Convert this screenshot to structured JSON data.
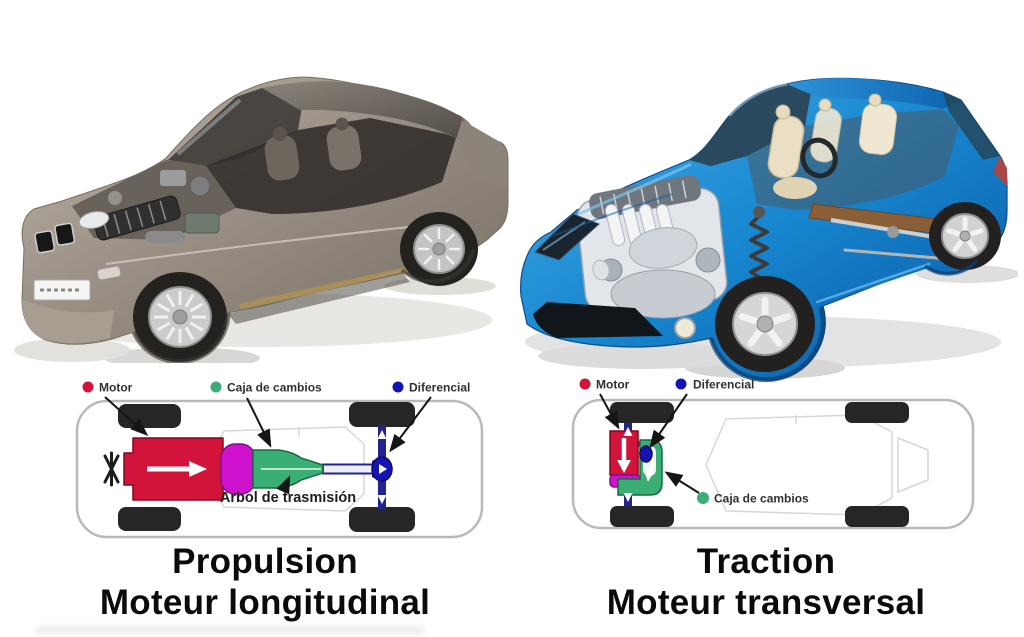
{
  "left": {
    "caption": {
      "line1": "Propulsion",
      "line2": "Moteur longitudinal"
    },
    "diagram": {
      "legend": [
        {
          "label": "Motor",
          "color": "#d3143a"
        },
        {
          "label": "Caja de cambios",
          "color": "#3aae74"
        },
        {
          "label": "Diferencial",
          "color": "#1414b4"
        }
      ],
      "driveshaft_label": "Arbol de trasmisión"
    }
  },
  "right": {
    "caption": {
      "line1": "Traction",
      "line2": "Moteur transversal"
    },
    "diagram": {
      "legend": [
        {
          "label": "Motor",
          "color": "#d3143a"
        },
        {
          "label": "Diferencial",
          "color": "#1414b4"
        }
      ],
      "gearbox": {
        "label": "Caja de cambios",
        "color": "#3aae74"
      }
    }
  },
  "colors": {
    "engine_red": "#d3143a",
    "clutch_magenta": "#ce12ce",
    "gearbox_green": "#3aae74",
    "shaft_blue": "#23238f",
    "differential_blue": "#1414b4",
    "tire_black": "#262626",
    "body_outline_gray": "#b9b9b9",
    "caption_text": "#0b0b0b",
    "sedan_body_gray": "#958b80",
    "hatchback_body_blue": "#1787d0"
  }
}
